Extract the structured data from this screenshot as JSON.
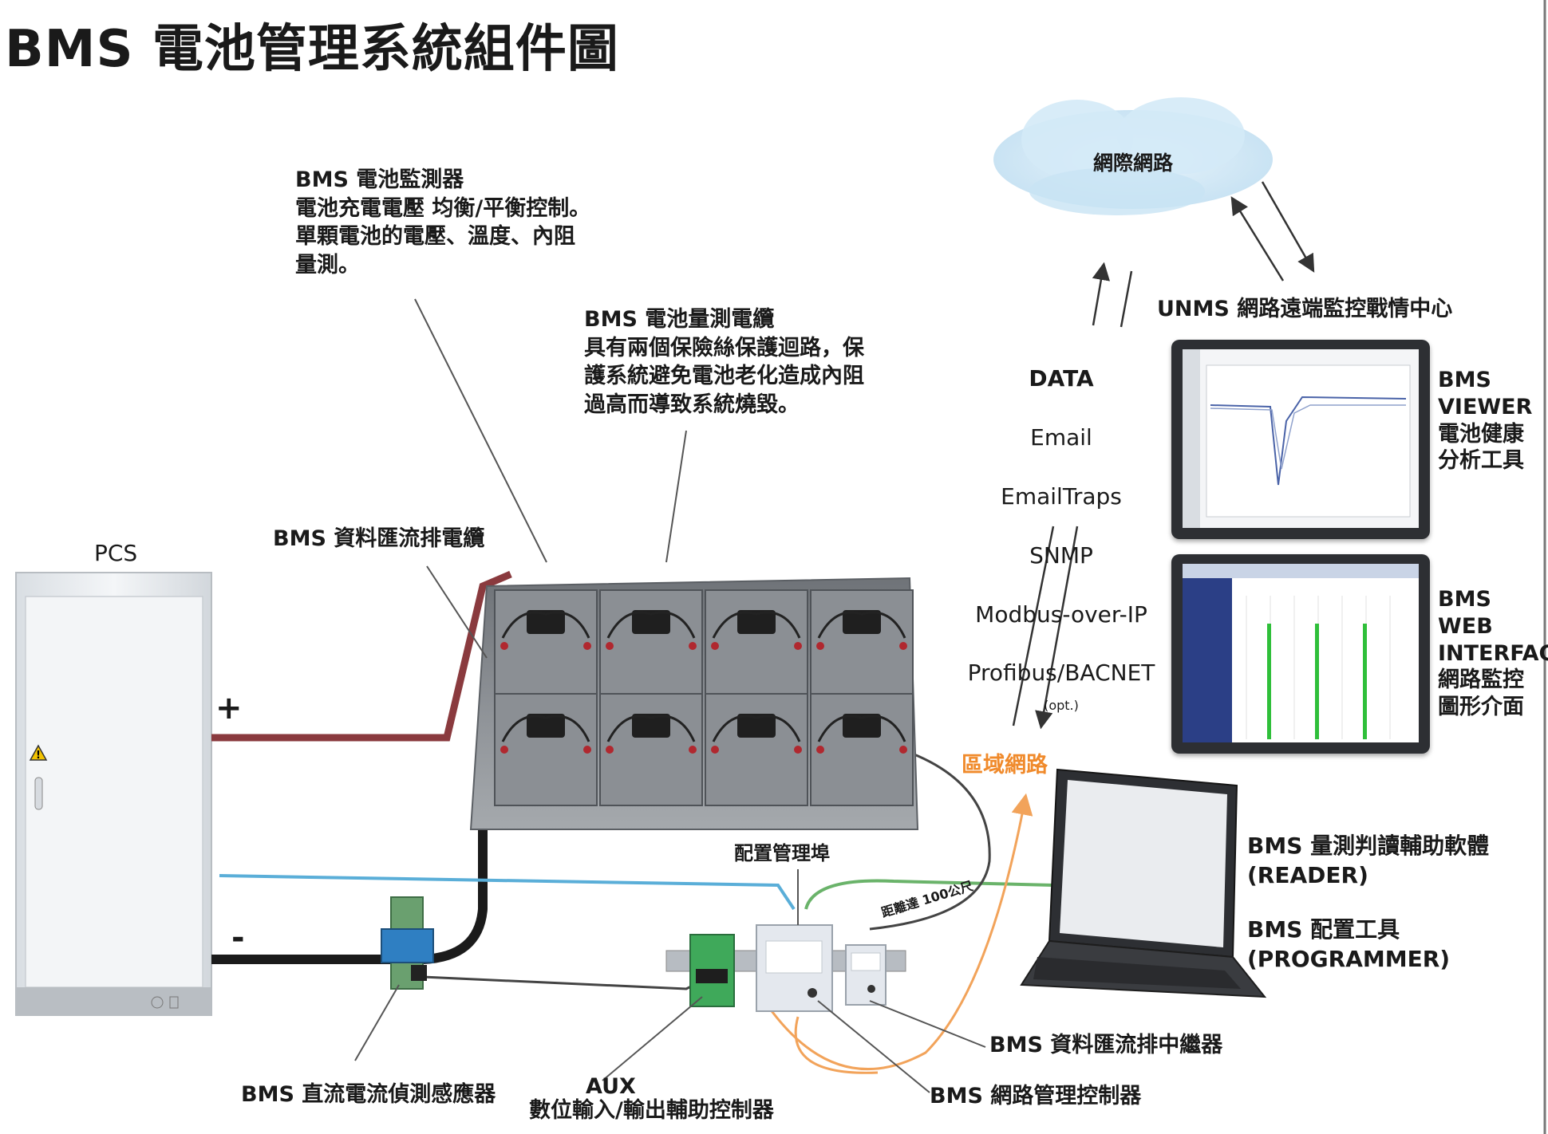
{
  "title": "BMS 電池管理系統組件圖",
  "cloud_label": "網際網路",
  "pcs": {
    "label": "PCS",
    "plus": "+",
    "minus": "-"
  },
  "labels": {
    "monitor": "BMS 電池監測器\n電池充電電壓 均衡/平衡控制。\n單顆電池的電壓、溫度、內阻\n量測。",
    "meas_cable": "BMS 電池量測電纜\n具有兩個保險絲保護迴路，保\n護系統避免電池老化造成內阻\n過高而導致系統燒毀。",
    "bus_cable": "BMS 資料匯流排電纜",
    "config_port": "配置管理埠",
    "distance": "距離達 100公尺",
    "lan": "區域網路",
    "dc_sensor": "BMS 直流電流偵測感應器",
    "aux_title": "AUX",
    "aux_desc": "數位輸入/輸出輔助控制器",
    "repeater": "BMS 資料匯流排中繼器",
    "net_controller": "BMS 網路管理控制器",
    "reader": "BMS 量測判讀輔助軟體\n(READER)",
    "programmer": "BMS 配置工具\n(PROGRAMMER)",
    "unms": "UNMS 網路遠端監控戰情中心",
    "viewer": "BMS\nVIEWER\n電池健康\n分析工具",
    "web": "BMS\nWEB\nINTERFACE\n網路監控\n圖形介面"
  },
  "data_protocols": {
    "heading": "DATA",
    "items": [
      "Email",
      "EmailTraps",
      "SNMP",
      "Modbus-over-IP",
      "Profibus/BACNET"
    ],
    "opt_suffix": "(opt.)"
  },
  "colors": {
    "positive_cable": "#8a3a3e",
    "negative_cable": "#1b1b1b",
    "blue_cable": "#5aaed8",
    "green_cable": "#6ab36a",
    "orange_cable": "#f2a35a",
    "leader_line": "#555555",
    "cloud": "#cfe6f5",
    "lan_accent": "#f08a2b"
  }
}
